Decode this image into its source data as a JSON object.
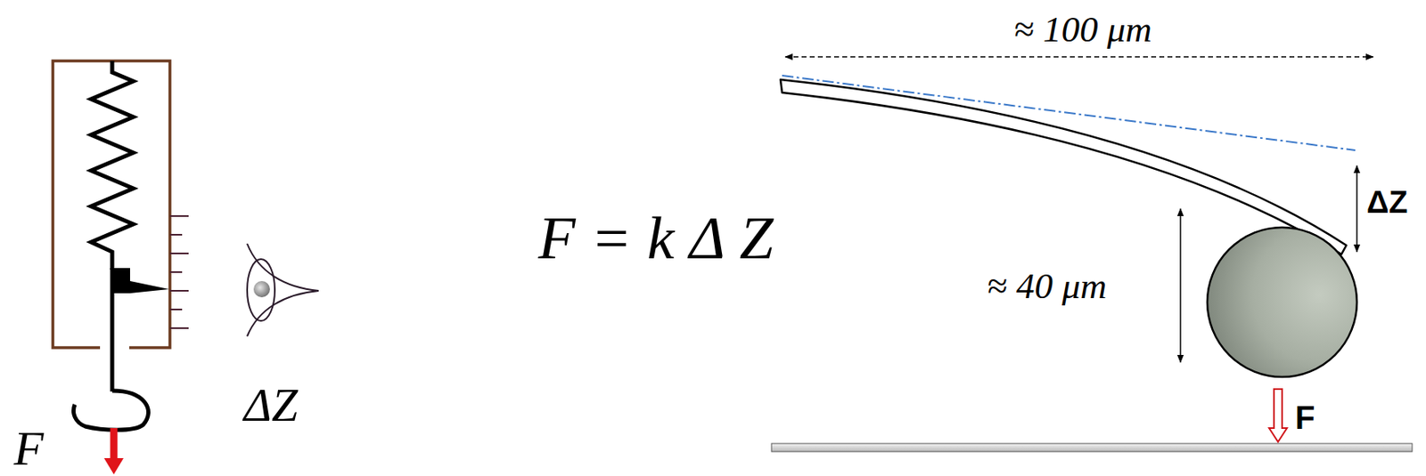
{
  "diagram": {
    "labels": [
      "F",
      "ΔZ",
      "F = k Δ Z",
      "≈ 100 μm",
      "≈ 40 μm",
      "ΔZ",
      "F"
    ]
  }
}
